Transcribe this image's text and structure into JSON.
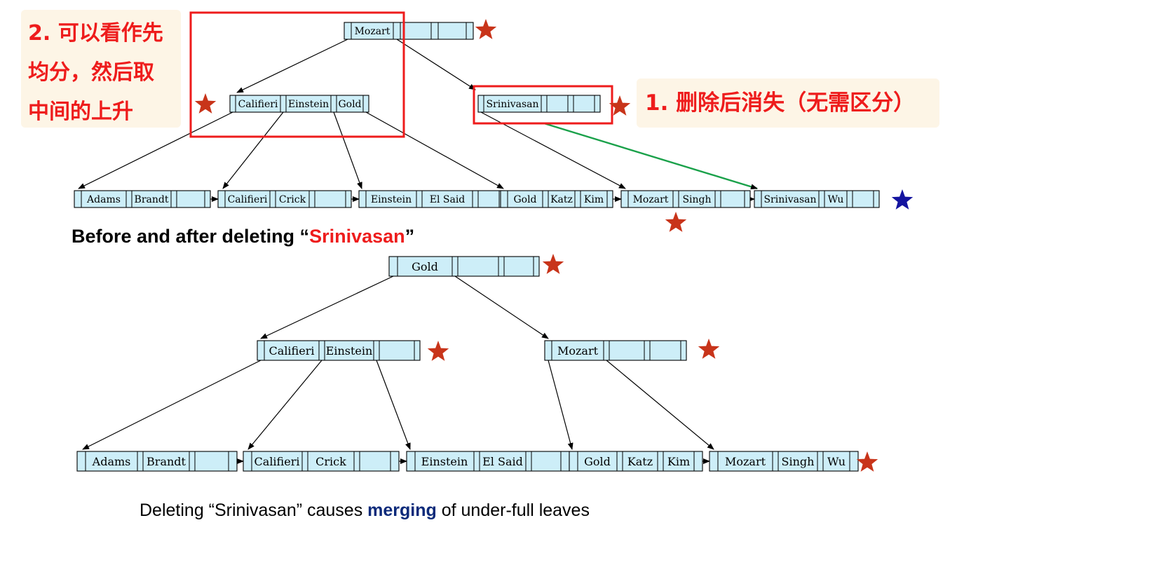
{
  "annotations": {
    "left_note": [
      "2. 可以看作先",
      "均分，然后取",
      "中间的上升"
    ],
    "right_note": "1. 删除后消失（无需区分）"
  },
  "captions": {
    "before_after_prefix": "Before and after deleting “",
    "before_after_key": "Srinivasan",
    "before_after_suffix": "”",
    "merge_prefix": "Deleting “Srinivasan” causes ",
    "merge_emphasis": "merging",
    "merge_suffix": " of under-full leaves"
  },
  "tree_before": {
    "root": [
      "Mozart"
    ],
    "internal": [
      [
        "Califieri",
        "Einstein",
        "Gold"
      ],
      [
        "Srinivasan"
      ]
    ],
    "leaves": [
      [
        "Adams",
        "Brandt"
      ],
      [
        "Califieri",
        "Crick"
      ],
      [
        "Einstein",
        "El Said"
      ],
      [
        "Gold",
        "Katz",
        "Kim"
      ],
      [
        "Mozart",
        "Singh"
      ],
      [
        "Srinivasan",
        "Wu"
      ]
    ]
  },
  "tree_after": {
    "root": [
      "Gold"
    ],
    "internal": [
      [
        "Califieri",
        "Einstein"
      ],
      [
        "Mozart"
      ]
    ],
    "leaves": [
      [
        "Adams",
        "Brandt"
      ],
      [
        "Califieri",
        "Crick"
      ],
      [
        "Einstein",
        "El Said"
      ],
      [
        "Gold",
        "Katz",
        "Kim"
      ],
      [
        "Mozart",
        "Singh",
        "Wu"
      ]
    ]
  },
  "colors": {
    "node_fill": "#cdeef8",
    "highlight_box": "#ee1c1c",
    "star_red": "#c8341a",
    "star_blue": "#1414a0",
    "green_line": "#1aa14a"
  }
}
